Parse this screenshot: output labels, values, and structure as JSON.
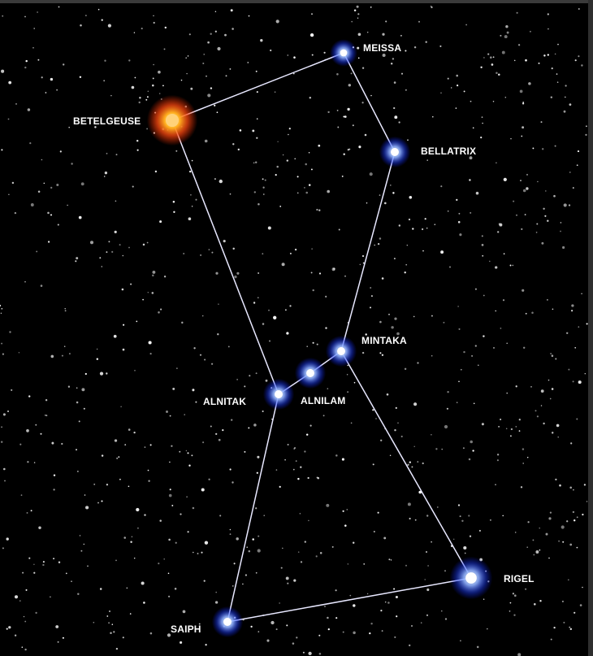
{
  "stars": [
    {
      "id": "betelgeuse",
      "name": "BETELGEUSE",
      "color": "#ff5a1a"
    },
    {
      "id": "meissa",
      "name": "MEISSA",
      "color": "#2a5bff"
    },
    {
      "id": "bellatrix",
      "name": "BELLATRIX",
      "color": "#2a5bff"
    },
    {
      "id": "mintaka",
      "name": "MINTAKA",
      "color": "#2a5bff"
    },
    {
      "id": "alnilam",
      "name": "ALNILAM",
      "color": "#2a5bff"
    },
    {
      "id": "alnitak",
      "name": "ALNITAK",
      "color": "#2a5bff"
    },
    {
      "id": "saiph",
      "name": "SAIPH",
      "color": "#2a5bff"
    },
    {
      "id": "rigel",
      "name": "RIGEL",
      "color": "#2a5bff"
    }
  ],
  "links": [
    [
      "betelgeuse",
      "meissa"
    ],
    [
      "meissa",
      "bellatrix"
    ],
    [
      "bellatrix",
      "mintaka"
    ],
    [
      "betelgeuse",
      "alnitak"
    ],
    [
      "alnitak",
      "alnilam"
    ],
    [
      "alnilam",
      "mintaka"
    ],
    [
      "mintaka",
      "rigel"
    ],
    [
      "alnitak",
      "saiph"
    ],
    [
      "saiph",
      "rigel"
    ]
  ],
  "colors": {
    "sky": "#000000",
    "line": "#e8e8ff",
    "background_star": "#ffffff"
  }
}
